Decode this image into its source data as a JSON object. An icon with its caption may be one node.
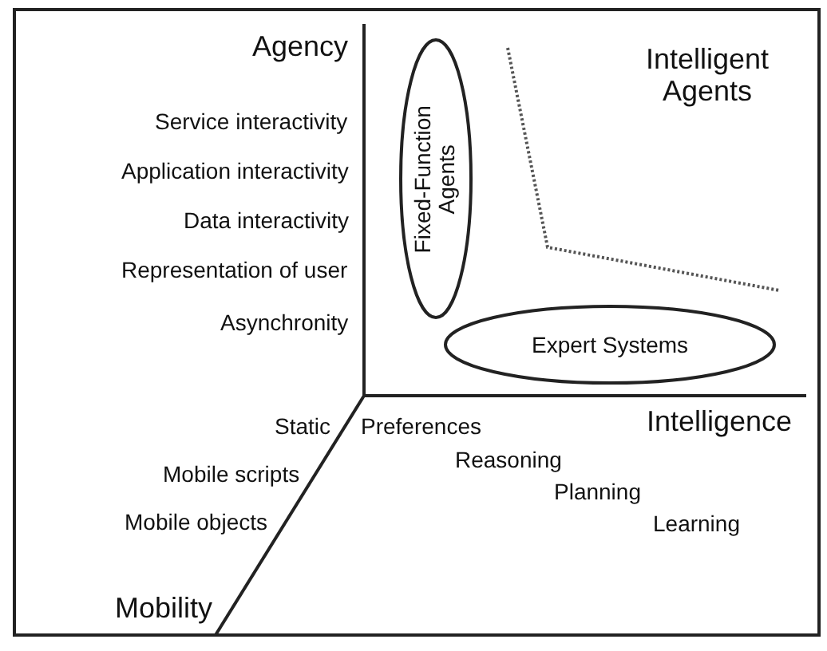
{
  "diagram": {
    "nodes": [
      {
        "text": [
          "Fixed-Function Agents"
        ]
      },
      {
        "text": [
          "Expert Systems"
        ]
      }
    ],
    "labels": [
      "Agency",
      "Intelligent Agents",
      "Service interactivity",
      "Application interactivity",
      "Data interactivity",
      "Representation of user",
      "Asynchronity",
      "Static",
      "Preferences",
      "Intelligence",
      "Reasoning",
      "Mobile scripts",
      "Planning",
      "Mobile objects",
      "Learning",
      "Mobility"
    ]
  }
}
